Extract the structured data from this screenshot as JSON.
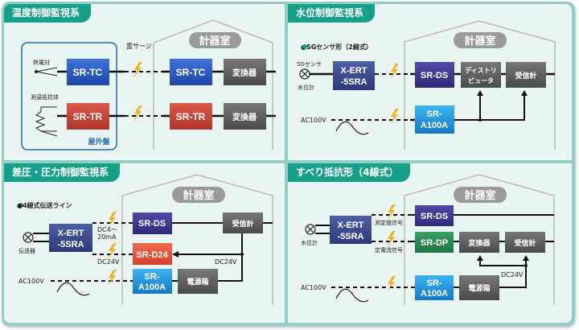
{
  "panels": [
    {
      "id": "temperature",
      "title": "温度制御監視系",
      "room_label": "計器室",
      "surge_label": "雷サージ",
      "sensors": [
        "熱電対",
        "測温抵抗体"
      ],
      "outdoor_panel_label": "屋外盤",
      "field_units": [
        "SR-TC",
        "SR-TR"
      ],
      "room_units": [
        "SR-TC",
        "SR-TR"
      ],
      "converters": [
        "変換器",
        "変換器"
      ]
    },
    {
      "id": "water-level",
      "title": "水位制御監視系",
      "room_label": "計器室",
      "note": "●SGセンサ形（2線式）",
      "sensor_top": "SGセンサ",
      "sensor_bottom": "水位計",
      "transmitter": [
        "X-ERT",
        "-5SRA"
      ],
      "ac_label": "AC100V",
      "units": {
        "ds": "SR-DS",
        "a100a": [
          "SR-",
          "A100A"
        ],
        "distributor": [
          "ディストリ",
          "ビュータ"
        ],
        "receiver": "受信計"
      }
    },
    {
      "id": "pressure",
      "title": "差圧・圧力制御監視系",
      "room_label": "計器室",
      "note": "●4線式伝送ライン",
      "sensor_label": "伝送器",
      "transmitter": [
        "X-ERT",
        "-5SRA"
      ],
      "signal_label": [
        "DC4～",
        "20mA"
      ],
      "dc_label": "DC24V",
      "dc_label_room": "DC24V",
      "ac_label": "AC100V",
      "units": {
        "ds": "SR-DS",
        "d24": "SR-D24",
        "a100a": [
          "SR-",
          "A100A"
        ],
        "power": "電源箱",
        "receiver": "受信計"
      }
    },
    {
      "id": "slide-resistance",
      "title": "すべり抵抗形（4線式）",
      "room_label": "計器室",
      "sensor_label": "水位計",
      "transmitter": [
        "X-ERT",
        "-5SRA"
      ],
      "signal_top": "測定値信号",
      "signal_bottom": "定電流信号",
      "dc_label": "DC24V",
      "ac_label": "AC100V",
      "units": {
        "ds": "SR-DS",
        "dp": "SR-DP",
        "converter": "変換器",
        "receiver": "受信計",
        "a100a": [
          "SR-",
          "A100A"
        ],
        "power": "電源箱"
      }
    }
  ],
  "colors": {
    "tab": "#16a08a",
    "panel_bg": "#e8f5f2",
    "frame": "#8fcfc7",
    "blue_unit": "#2f5cc4",
    "red_unit": "#c9443a",
    "purple_unit": "#3e3a8f",
    "orange_unit": "#e8543e",
    "cyan_unit": "#1e93d8",
    "green_unit": "#2e8a52",
    "gray_unit": "#5e5e5e",
    "navy_unit": "#3a4a8a",
    "lightning": "#f2b21b",
    "outdoor_border": "#1f6bb0"
  }
}
